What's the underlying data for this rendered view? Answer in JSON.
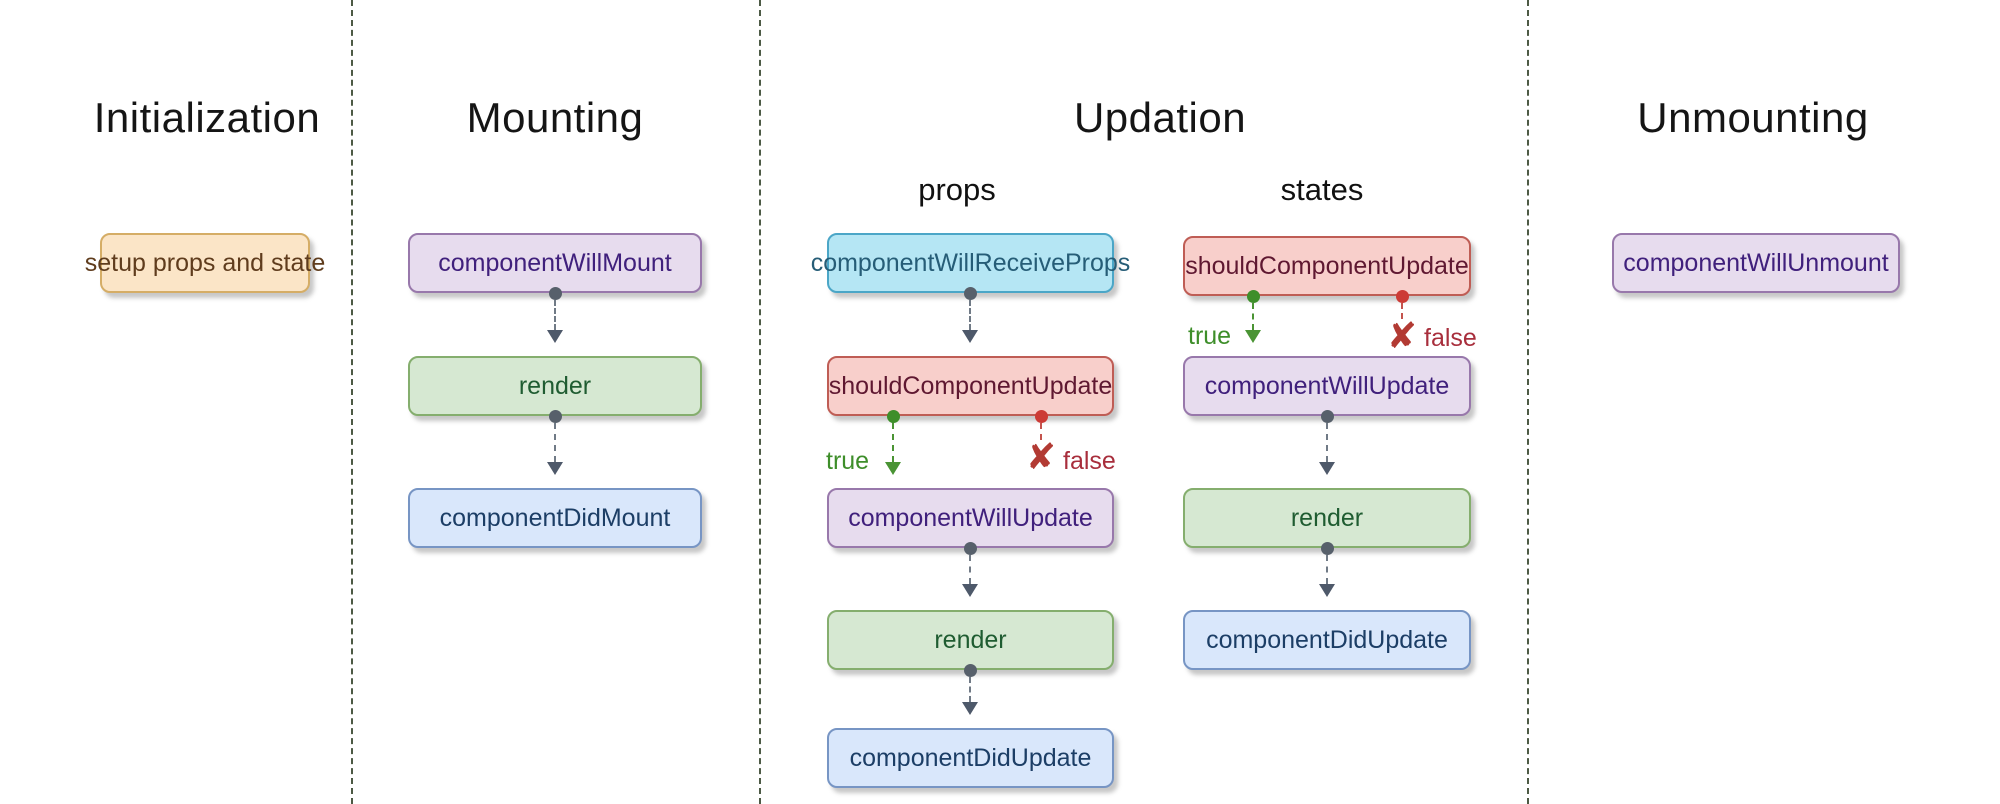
{
  "sections": {
    "initialization": {
      "title": "Initialization"
    },
    "mounting": {
      "title": "Mounting"
    },
    "updation": {
      "title": "Updation",
      "columns": {
        "props": "props",
        "states": "states"
      }
    },
    "unmounting": {
      "title": "Unmounting"
    }
  },
  "nodes": {
    "setup": "setup props and state",
    "componentWillMount": "componentWillMount",
    "render": "render",
    "componentDidMount": "componentDidMount",
    "componentWillReceiveProps": "componentWillReceiveProps",
    "shouldComponentUpdate": "shouldComponentUpdate",
    "componentWillUpdate": "componentWillUpdate",
    "componentDidUpdate": "componentDidUpdate",
    "componentWillUnmount": "componentWillUnmount"
  },
  "branch": {
    "true_label": "true",
    "false_label": "false",
    "reject_icon": "✘"
  },
  "colors": {
    "orange_fill": "#fbe5c7",
    "orange_border": "#d5ad66",
    "purple_fill": "#e7dcee",
    "purple_border": "#9878ab",
    "green_fill": "#d6e8d2",
    "green_border": "#85ae6e",
    "blue_fill": "#d9e7fb",
    "blue_border": "#7795c4",
    "cyan_fill": "#b5e6f4",
    "cyan_border": "#4ba6c7",
    "red_fill": "#f8cfcb",
    "red_border": "#bf5d55",
    "separator": "#4d5a45",
    "connector_gray": "#707a86",
    "branch_true_green": "#3e8e2a",
    "branch_false_red": "#b23a33"
  },
  "flow": {
    "mounting": [
      {
        "from": "componentWillMount",
        "to": "render"
      },
      {
        "from": "render",
        "to": "componentDidMount"
      }
    ],
    "updation_props": [
      {
        "from": "componentWillReceiveProps",
        "to": "shouldComponentUpdate"
      },
      {
        "from": "shouldComponentUpdate",
        "to": "componentWillUpdate",
        "label": "true"
      },
      {
        "from": "shouldComponentUpdate",
        "to": "rejected",
        "label": "false"
      },
      {
        "from": "componentWillUpdate",
        "to": "render"
      },
      {
        "from": "render",
        "to": "componentDidUpdate"
      }
    ],
    "updation_states": [
      {
        "from": "shouldComponentUpdate",
        "to": "componentWillUpdate",
        "label": "true"
      },
      {
        "from": "shouldComponentUpdate",
        "to": "rejected",
        "label": "false"
      },
      {
        "from": "componentWillUpdate",
        "to": "render"
      },
      {
        "from": "render",
        "to": "componentDidUpdate"
      }
    ],
    "unmounting": [
      {
        "from": "componentWillUnmount",
        "to": null
      }
    ]
  }
}
